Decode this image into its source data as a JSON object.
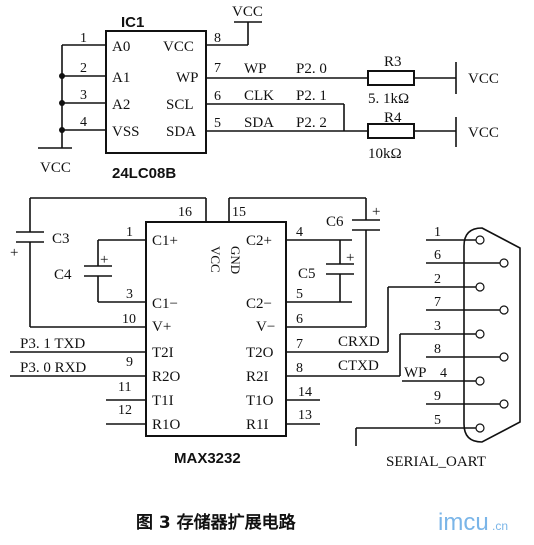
{
  "ic1": {
    "title": "IC1",
    "part": "24LC08B",
    "left_pins": [
      {
        "num": "1",
        "name": "A0"
      },
      {
        "num": "2",
        "name": "A1"
      },
      {
        "num": "3",
        "name": "A2"
      },
      {
        "num": "4",
        "name": "VSS"
      }
    ],
    "right_pins": [
      {
        "num": "8",
        "name": "VCC"
      },
      {
        "num": "7",
        "name": "WP"
      },
      {
        "num": "6",
        "name": "SCL"
      },
      {
        "num": "5",
        "name": "SDA"
      }
    ],
    "nets": [
      "WP",
      "CLK",
      "SDA"
    ],
    "ports": [
      "P2. 0",
      "P2. 1",
      "P2. 2"
    ]
  },
  "vcc_label": "VCC",
  "resistors": [
    {
      "ref": "R3",
      "value": "5. 1kΩ"
    },
    {
      "ref": "R4",
      "value": "10kΩ"
    }
  ],
  "max": {
    "part": "MAX3232",
    "vcc": "VCC",
    "gnd": "GND",
    "top_pins": [
      "16",
      "15"
    ],
    "left_pins": [
      {
        "num": "1",
        "name": "C1+"
      },
      {
        "num": "3",
        "name": "C1−"
      },
      {
        "num": "10",
        "name": "V+"
      },
      {
        "num": "9",
        "name": "T2I"
      },
      {
        "num": "11",
        "name": "R2O"
      },
      {
        "num": "12",
        "name": "T1I"
      },
      {
        "num": "",
        "name": "R1O"
      }
    ],
    "right_pins": [
      {
        "num": "4",
        "name": "C2+"
      },
      {
        "num": "5",
        "name": "C2−"
      },
      {
        "num": "6",
        "name": "V−"
      },
      {
        "num": "7",
        "name": "T2O"
      },
      {
        "num": "8",
        "name": "R2I"
      },
      {
        "num": "14",
        "name": "T1O"
      },
      {
        "num": "13",
        "name": "R1I"
      }
    ],
    "txd": "P3. 1  TXD",
    "rxd": "P3. 0  RXD",
    "crxd": "CRXD",
    "ctxd": "CTXD"
  },
  "capacitors": [
    "C3",
    "C4",
    "C5",
    "C6"
  ],
  "plus": "+",
  "connector": {
    "pins": [
      "1",
      "6",
      "2",
      "7",
      "3",
      "8",
      "4",
      "9",
      "5"
    ],
    "wp_label": "WP",
    "name": "SERIAL_OART"
  },
  "caption": "图 3  存储器扩展电路",
  "watermark": {
    "main": "imcu",
    "suffix": ".cn"
  }
}
